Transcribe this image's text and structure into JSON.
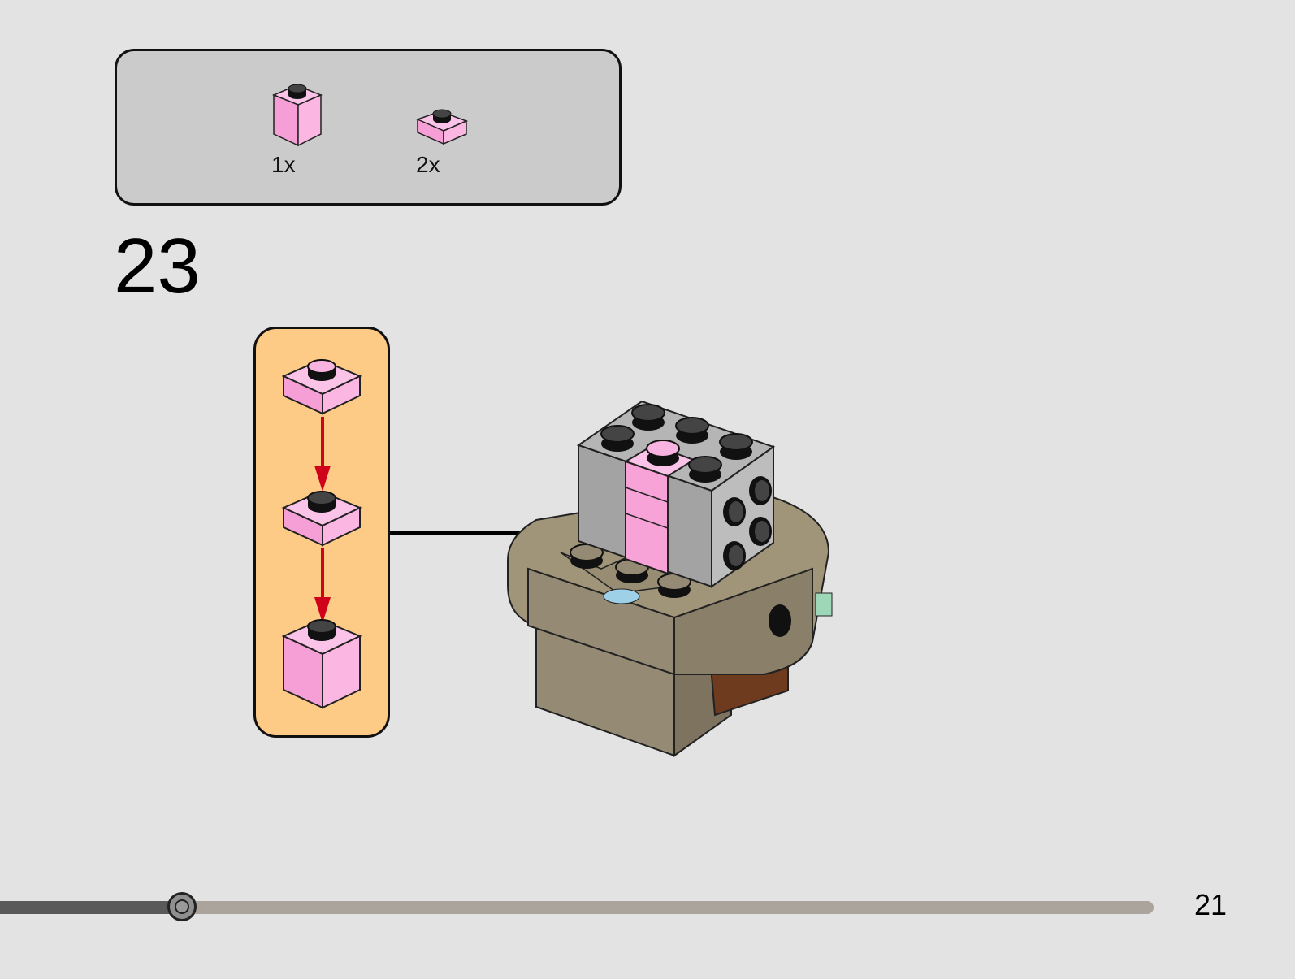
{
  "parts_list": {
    "items": [
      {
        "qty": "1x",
        "part": "pink-brick-1x1-icon",
        "color": "#f7a8dc"
      },
      {
        "qty": "2x",
        "part": "pink-plate-1x1-icon",
        "color": "#f7a8dc"
      }
    ]
  },
  "step": {
    "number": "23"
  },
  "sub_assembly": {
    "background": "#fecb86",
    "sequence": [
      "pink-plate-1x1-icon",
      "pink-plate-1x1-icon",
      "pink-brick-1x1-icon"
    ]
  },
  "colors": {
    "page_background": "#e3e3e3",
    "parts_box": "#cbcbcb",
    "brick_pink": "#f7a8dc",
    "brick_gray": "#a3a3a3",
    "brick_tan": "#958a73",
    "brick_brown": "#6e3b1f",
    "arrow_red": "#d0021b"
  },
  "progress": {
    "fraction": 0.158
  },
  "page": {
    "number": "21"
  }
}
